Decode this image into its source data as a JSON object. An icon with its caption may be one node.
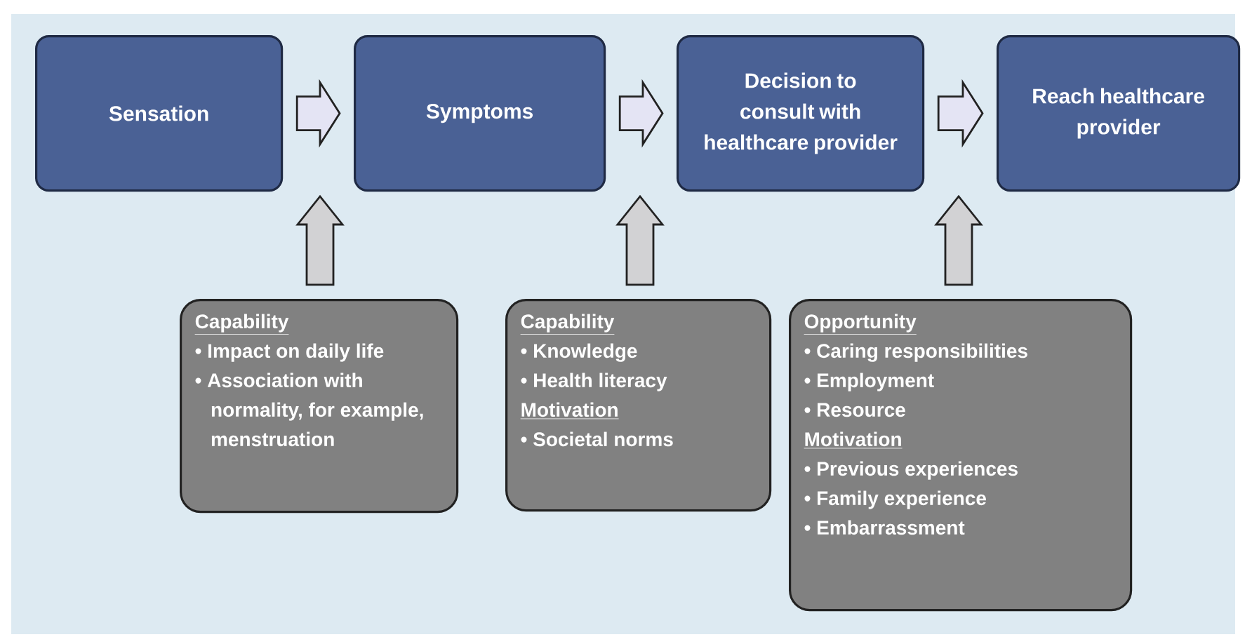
{
  "diagram": {
    "nodes": [
      {
        "text": [
          "Sensation"
        ]
      },
      {
        "text": [
          "Symptoms"
        ]
      },
      {
        "text": [
          "Decision to consult with healthcare provider"
        ]
      },
      {
        "text": [
          "Reach healthcare provider"
        ]
      },
      {
        "text": [
          "Capability",
          "• Impact on daily life",
          "• Association with normality, for example, menstruation"
        ]
      },
      {
        "text": [
          "Capability",
          "• Knowledge",
          "• Health literacy",
          "Motivation",
          "• Societal norms"
        ]
      },
      {
        "text": [
          "Opportunity",
          "• Caring responsibilities",
          "• Employment",
          "• Resource",
          "Motivation",
          "• Previous experiences",
          "• Family experience",
          "• Embarrassment"
        ]
      }
    ],
    "edges": [
      {
        "from": 0,
        "to": 1,
        "arrow": "to"
      },
      {
        "from": 1,
        "to": 2,
        "arrow": "to"
      },
      {
        "from": 2,
        "to": 3,
        "arrow": "to"
      },
      {
        "from": 4,
        "to": null,
        "arrow": "to"
      },
      {
        "from": 5,
        "to": null,
        "arrow": "to"
      },
      {
        "from": 6,
        "to": null,
        "arrow": "to"
      }
    ]
  }
}
